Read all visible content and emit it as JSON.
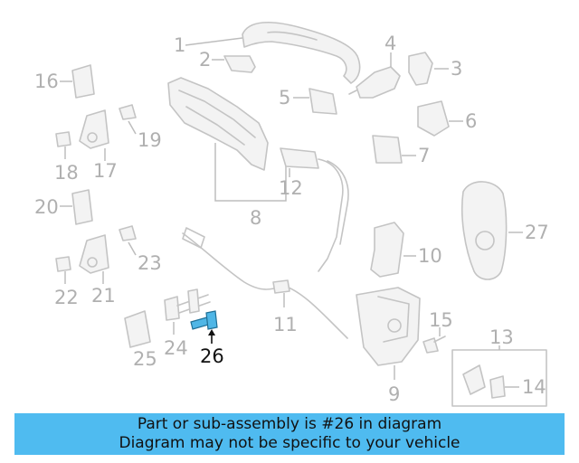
{
  "callouts": {
    "c1": "1",
    "c2": "2",
    "c3": "3",
    "c4": "4",
    "c5": "5",
    "c6": "6",
    "c7": "7",
    "c8": "8",
    "c9": "9",
    "c10": "10",
    "c11": "11",
    "c12": "12",
    "c13": "13",
    "c14": "14",
    "c15": "15",
    "c16": "16",
    "c17": "17",
    "c18": "18",
    "c19": "19",
    "c20": "20",
    "c21": "21",
    "c22": "22",
    "c23": "23",
    "c24": "24",
    "c25": "25",
    "c26": "26",
    "c27": "27"
  },
  "highlighted_part": "26",
  "colors": {
    "highlight": "#4fbbf0",
    "parts": "#c4c4c4",
    "text_dim": "#b0b0b0"
  },
  "banner": {
    "line1": "Part or sub-assembly is #26 in diagram",
    "line2": "Diagram may not be specific to your vehicle"
  }
}
